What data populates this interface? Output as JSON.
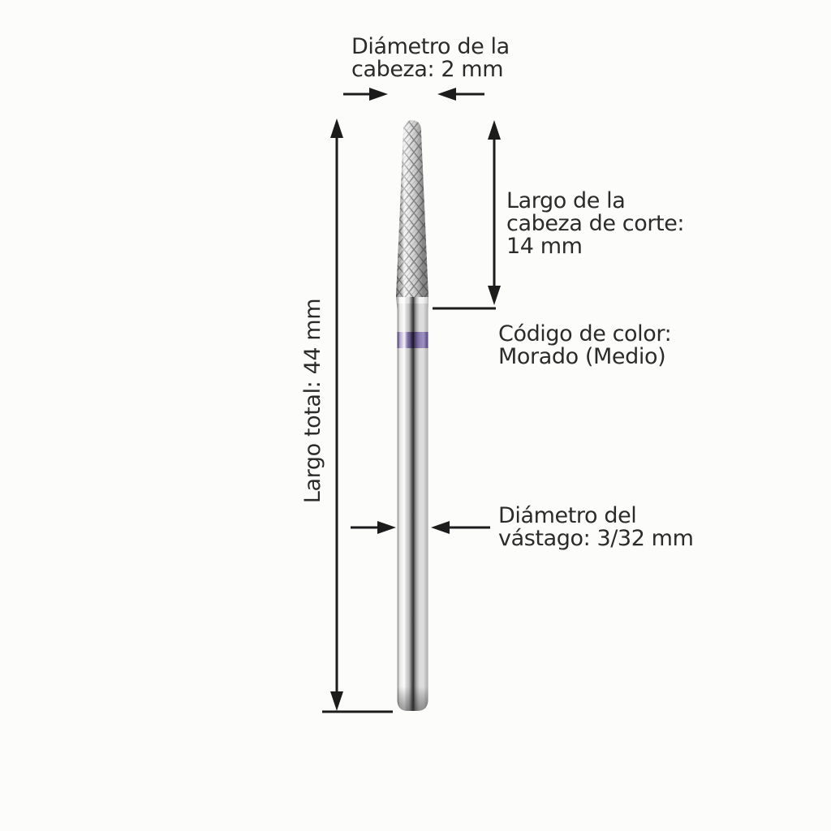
{
  "colors": {
    "background": "#fcfcfb",
    "text": "#2b2b2b",
    "dimension_line": "#1c1c1c",
    "band_purple": "#5a4696",
    "band_purple_dark": "#3a2d66",
    "metal_light": "#f2f2f2",
    "metal_dark": "#2e2e2e"
  },
  "labels": {
    "head_diameter": {
      "line1": "Diámetro de la",
      "line2": "cabeza: 2 mm"
    },
    "total_length": "Largo total: 44 mm",
    "cutting_head_length": {
      "line1": "Largo de la",
      "line2": "cabeza de corte:",
      "line3": "14 mm"
    },
    "color_code": {
      "line1": "Código de color:",
      "line2": "Morado (Medio)"
    },
    "shank_diameter": {
      "line1": "Diámetro del",
      "line2": "vástago: 3/32 mm"
    }
  },
  "dimensions": {
    "head_diameter": "2 mm",
    "total_length": "44 mm",
    "cutting_head_length": "14 mm",
    "shank_diameter": "3/32 mm",
    "color_code": "Morado (Medio)"
  }
}
